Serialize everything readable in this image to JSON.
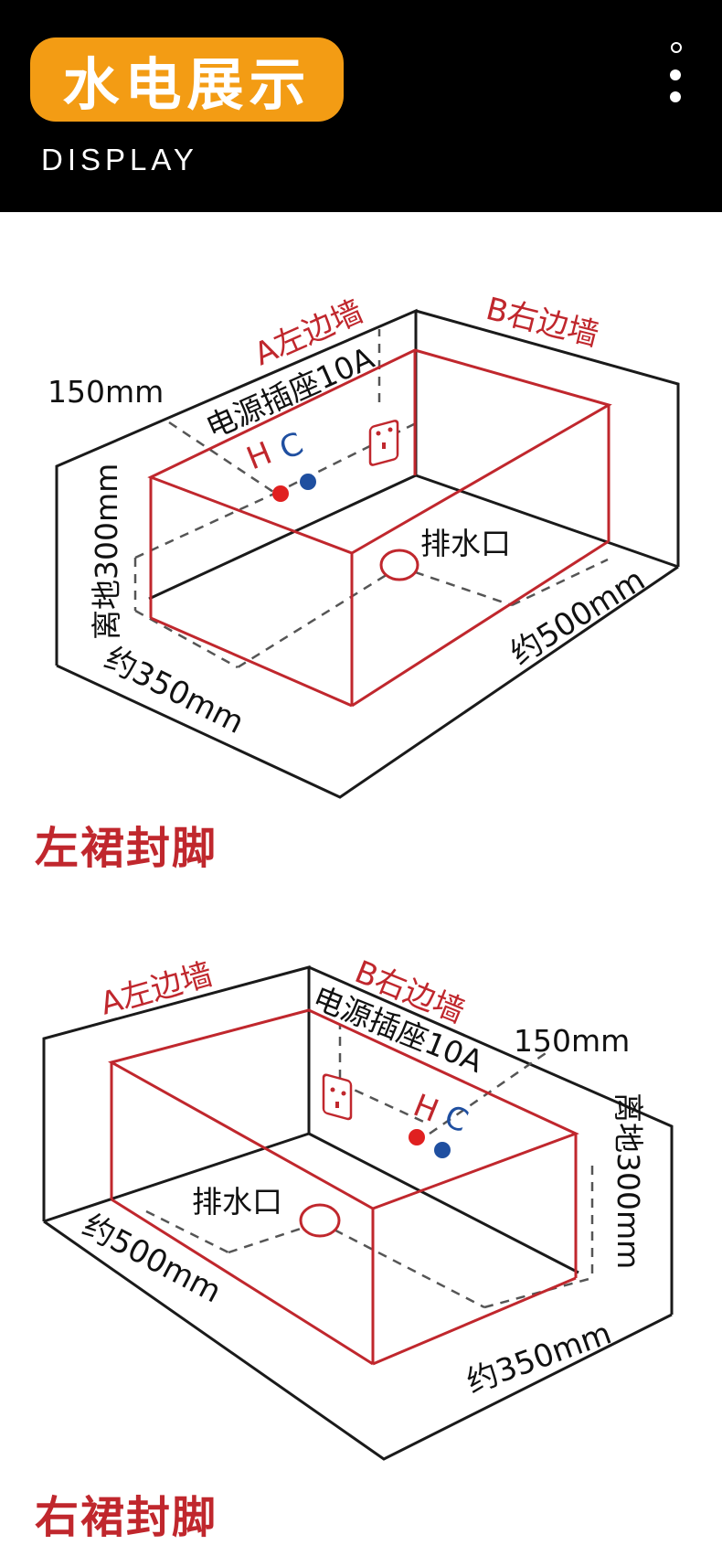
{
  "header": {
    "title": "水电展示",
    "subtitle": "DISPLAY"
  },
  "diagram_left": {
    "wall_a": "A左边墙",
    "wall_b": "B右边墙",
    "socket": "电源插座10A",
    "height_offset": "150mm",
    "hot": "H",
    "cold": "C",
    "drain": "排水口",
    "floor_height": "离地300mm",
    "width": "约350mm",
    "depth": "约500mm",
    "caption": "左裙封脚"
  },
  "diagram_right": {
    "wall_a": "A左边墙",
    "wall_b": "B右边墙",
    "socket": "电源插座10A",
    "height_offset": "150mm",
    "hot": "H",
    "cold": "C",
    "drain": "排水口",
    "floor_height": "离地300mm",
    "width": "约350mm",
    "depth": "约500mm",
    "caption": "右裙封脚"
  },
  "colors": {
    "header_bg": "#000000",
    "accent": "#F39C14",
    "red": "#C0272D",
    "hot_dot": "#E02020",
    "cold_dot": "#1F4FA0"
  }
}
